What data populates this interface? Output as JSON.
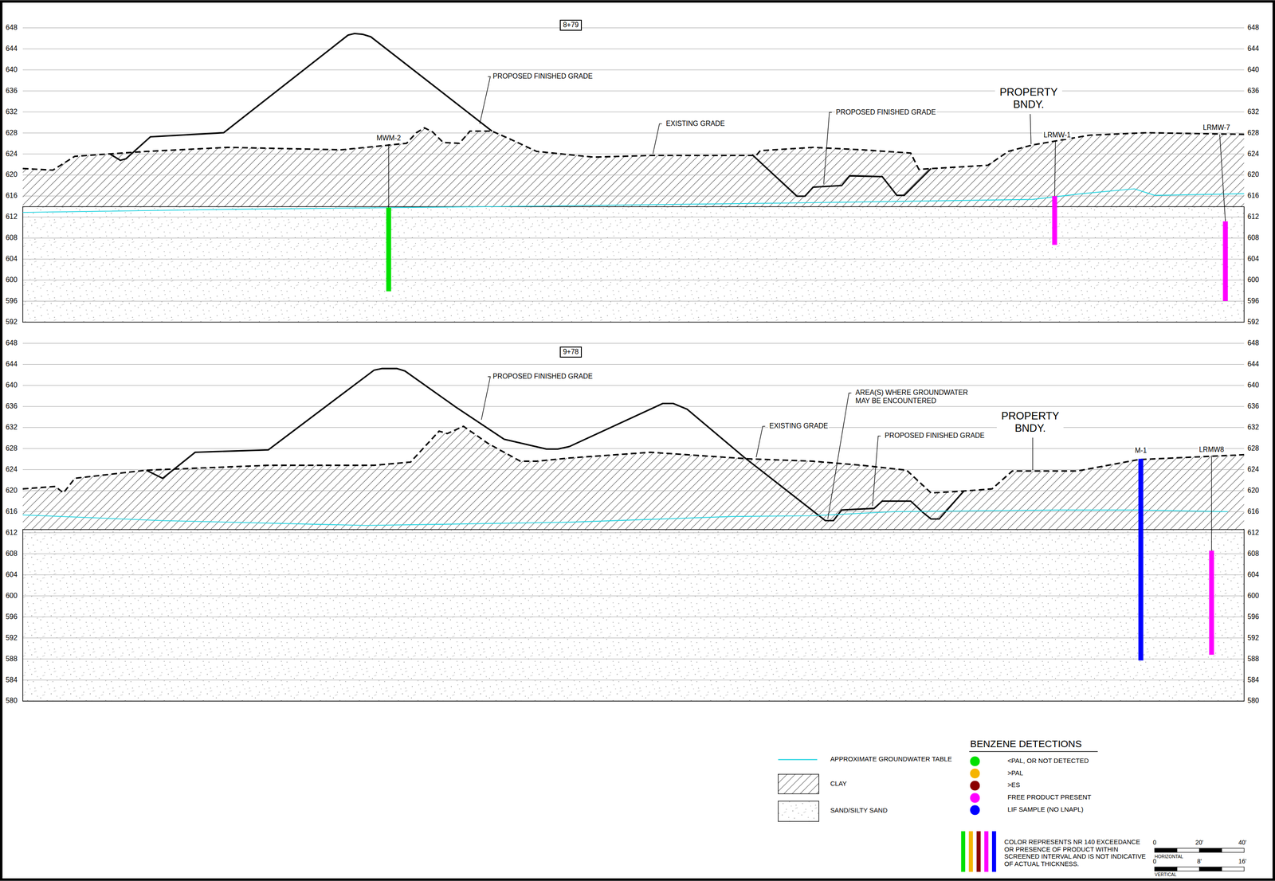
{
  "diagram": {
    "nodes": [
      {
        "text": [
          "8+79"
        ]
      },
      {
        "text": [
          "9+78"
        ]
      }
    ],
    "labels": [
      "648",
      "644",
      "640",
      "636",
      "632",
      "628",
      "624",
      "620",
      "616",
      "612",
      "608",
      "604",
      "600",
      "596",
      "592",
      "648",
      "644",
      "640",
      "636",
      "632",
      "628",
      "624",
      "620",
      "616",
      "612",
      "608",
      "604",
      "600",
      "596",
      "592",
      "648",
      "644",
      "640",
      "636",
      "632",
      "628",
      "624",
      "620",
      "616",
      "612",
      "608",
      "604",
      "600",
      "596",
      "592",
      "588",
      "584",
      "580",
      "648",
      "644",
      "640",
      "636",
      "632",
      "628",
      "624",
      "620",
      "616",
      "612",
      "608",
      "604",
      "600",
      "596",
      "592",
      "588",
      "584",
      "580",
      "PROPOSED FINISHED GRADE",
      "EXISTING GRADE",
      "PROPOSED FINISHED GRADE",
      "PROPERTY BNDY.",
      "MWM-2",
      "LRMW-1",
      "LRMW-7",
      "PROPOSED FINISHED GRADE",
      "AREA(S) WHERE GROUNDWATER MAY BE ENCOUNTERED",
      "EXISTING GRADE",
      "PROPOSED FINISHED GRADE",
      "PROPERTY BNDY.",
      "M-1",
      "LRMW8",
      "BENZENE DETECTIONS",
      "COLOR REPRESENTS NR 140 EXCEEDANCE OR PRESENCE OF PRODUCT WITHIN SCREENED INTERVAL AND IS NOT INDICATIVE OF ACTUAL THICKNESS.",
      "0",
      "20'",
      "40'",
      "HORIZONTAL",
      "0",
      "8'",
      "16'",
      "VERTICAL"
    ],
    "legend": [
      {
        "text": "APPROXIMATE GROUNDWATER TABLE"
      },
      {
        "text": "CLAY"
      },
      {
        "text": "SAND/SILTY SAND"
      },
      {
        "text": "<PAL, OR NOT DETECTED",
        "color": "#00e000"
      },
      {
        "text": ">PAL",
        "color": "#f5b400"
      },
      {
        "text": ">ES",
        "color": "#8b0000"
      },
      {
        "text": "FREE PRODUCT PRESENT",
        "color": "#ff00ff"
      },
      {
        "text": "LIF SAMPLE (NO LNAPL)",
        "color": "#0000ff"
      }
    ]
  }
}
